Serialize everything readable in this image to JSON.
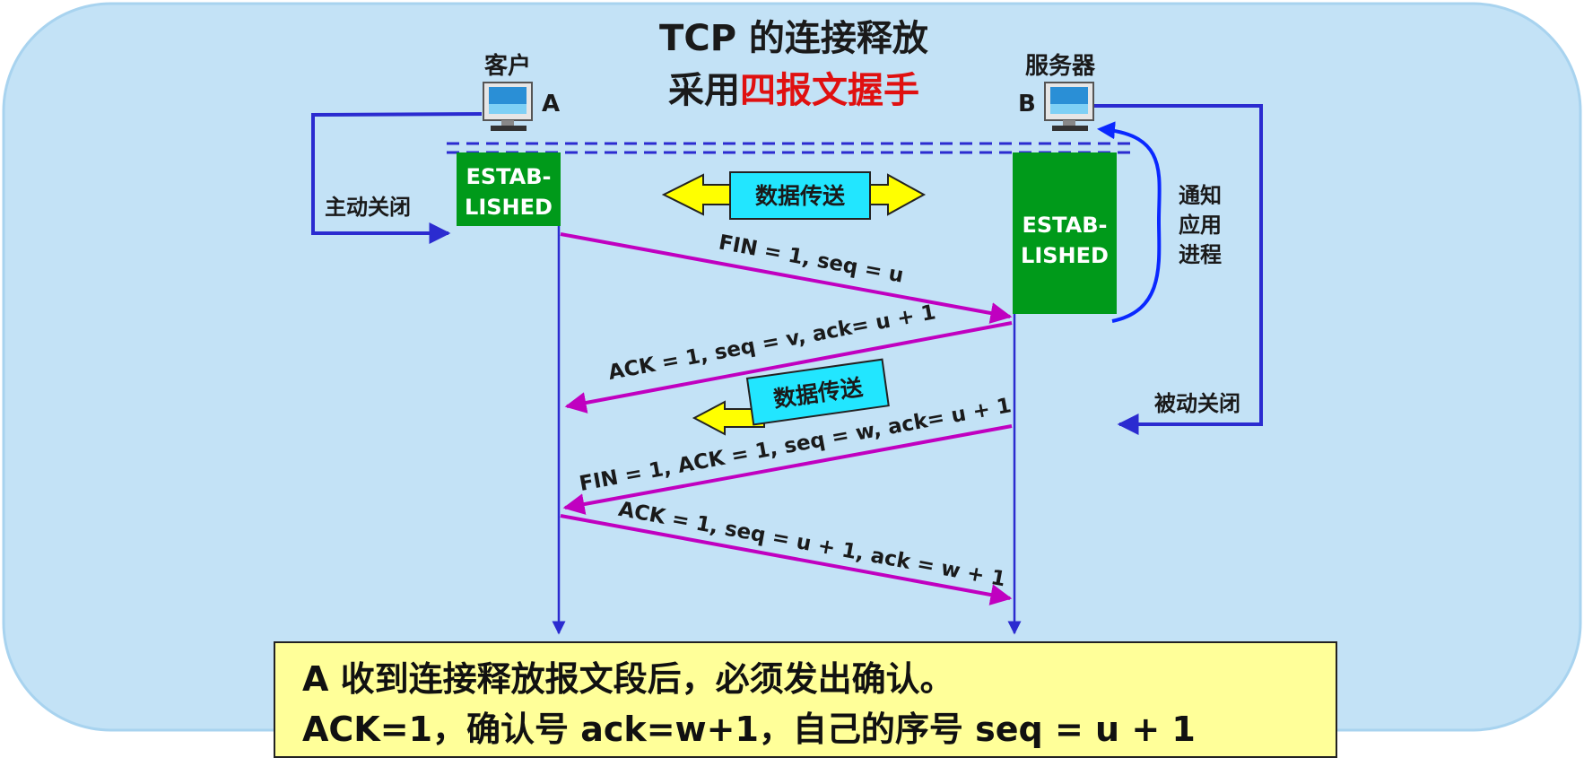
{
  "title": {
    "line1": "TCP 的连接释放",
    "line2_prefix": "采用",
    "line2_highlight": "四报文握手"
  },
  "client": {
    "label": "客户",
    "letter": "A",
    "state": [
      "ESTAB-",
      "LISHED"
    ],
    "side_label": "主动关闭"
  },
  "server": {
    "label": "服务器",
    "letter": "B",
    "state": [
      "ESTAB-",
      "LISHED"
    ],
    "side_label": "被动关闭",
    "notify_label": [
      "通知",
      "应用",
      "进程"
    ]
  },
  "data_transfer": {
    "label": "数据传送"
  },
  "messages": [
    "FIN = 1, seq = u",
    "ACK = 1, seq = v, ack= u + 1",
    "FIN = 1, ACK = 1, seq = w, ack= u + 1",
    "ACK = 1, seq = u + 1, ack = w + 1"
  ],
  "note": {
    "line1": "A 收到连接释放报文段后，必须发出确认。",
    "line2": "ACK=1，确认号 ack=w+1，自己的序号 seq = u + 1"
  },
  "colors": {
    "background": "#c3e2f6",
    "state_box": "#009a1a",
    "message": "#c000c0",
    "flow": "#2b2bd0",
    "chip": "#22e6ff",
    "arrow_fill": "#ffff00",
    "highlight": "#e01010",
    "note_bg": "#ffff99"
  }
}
